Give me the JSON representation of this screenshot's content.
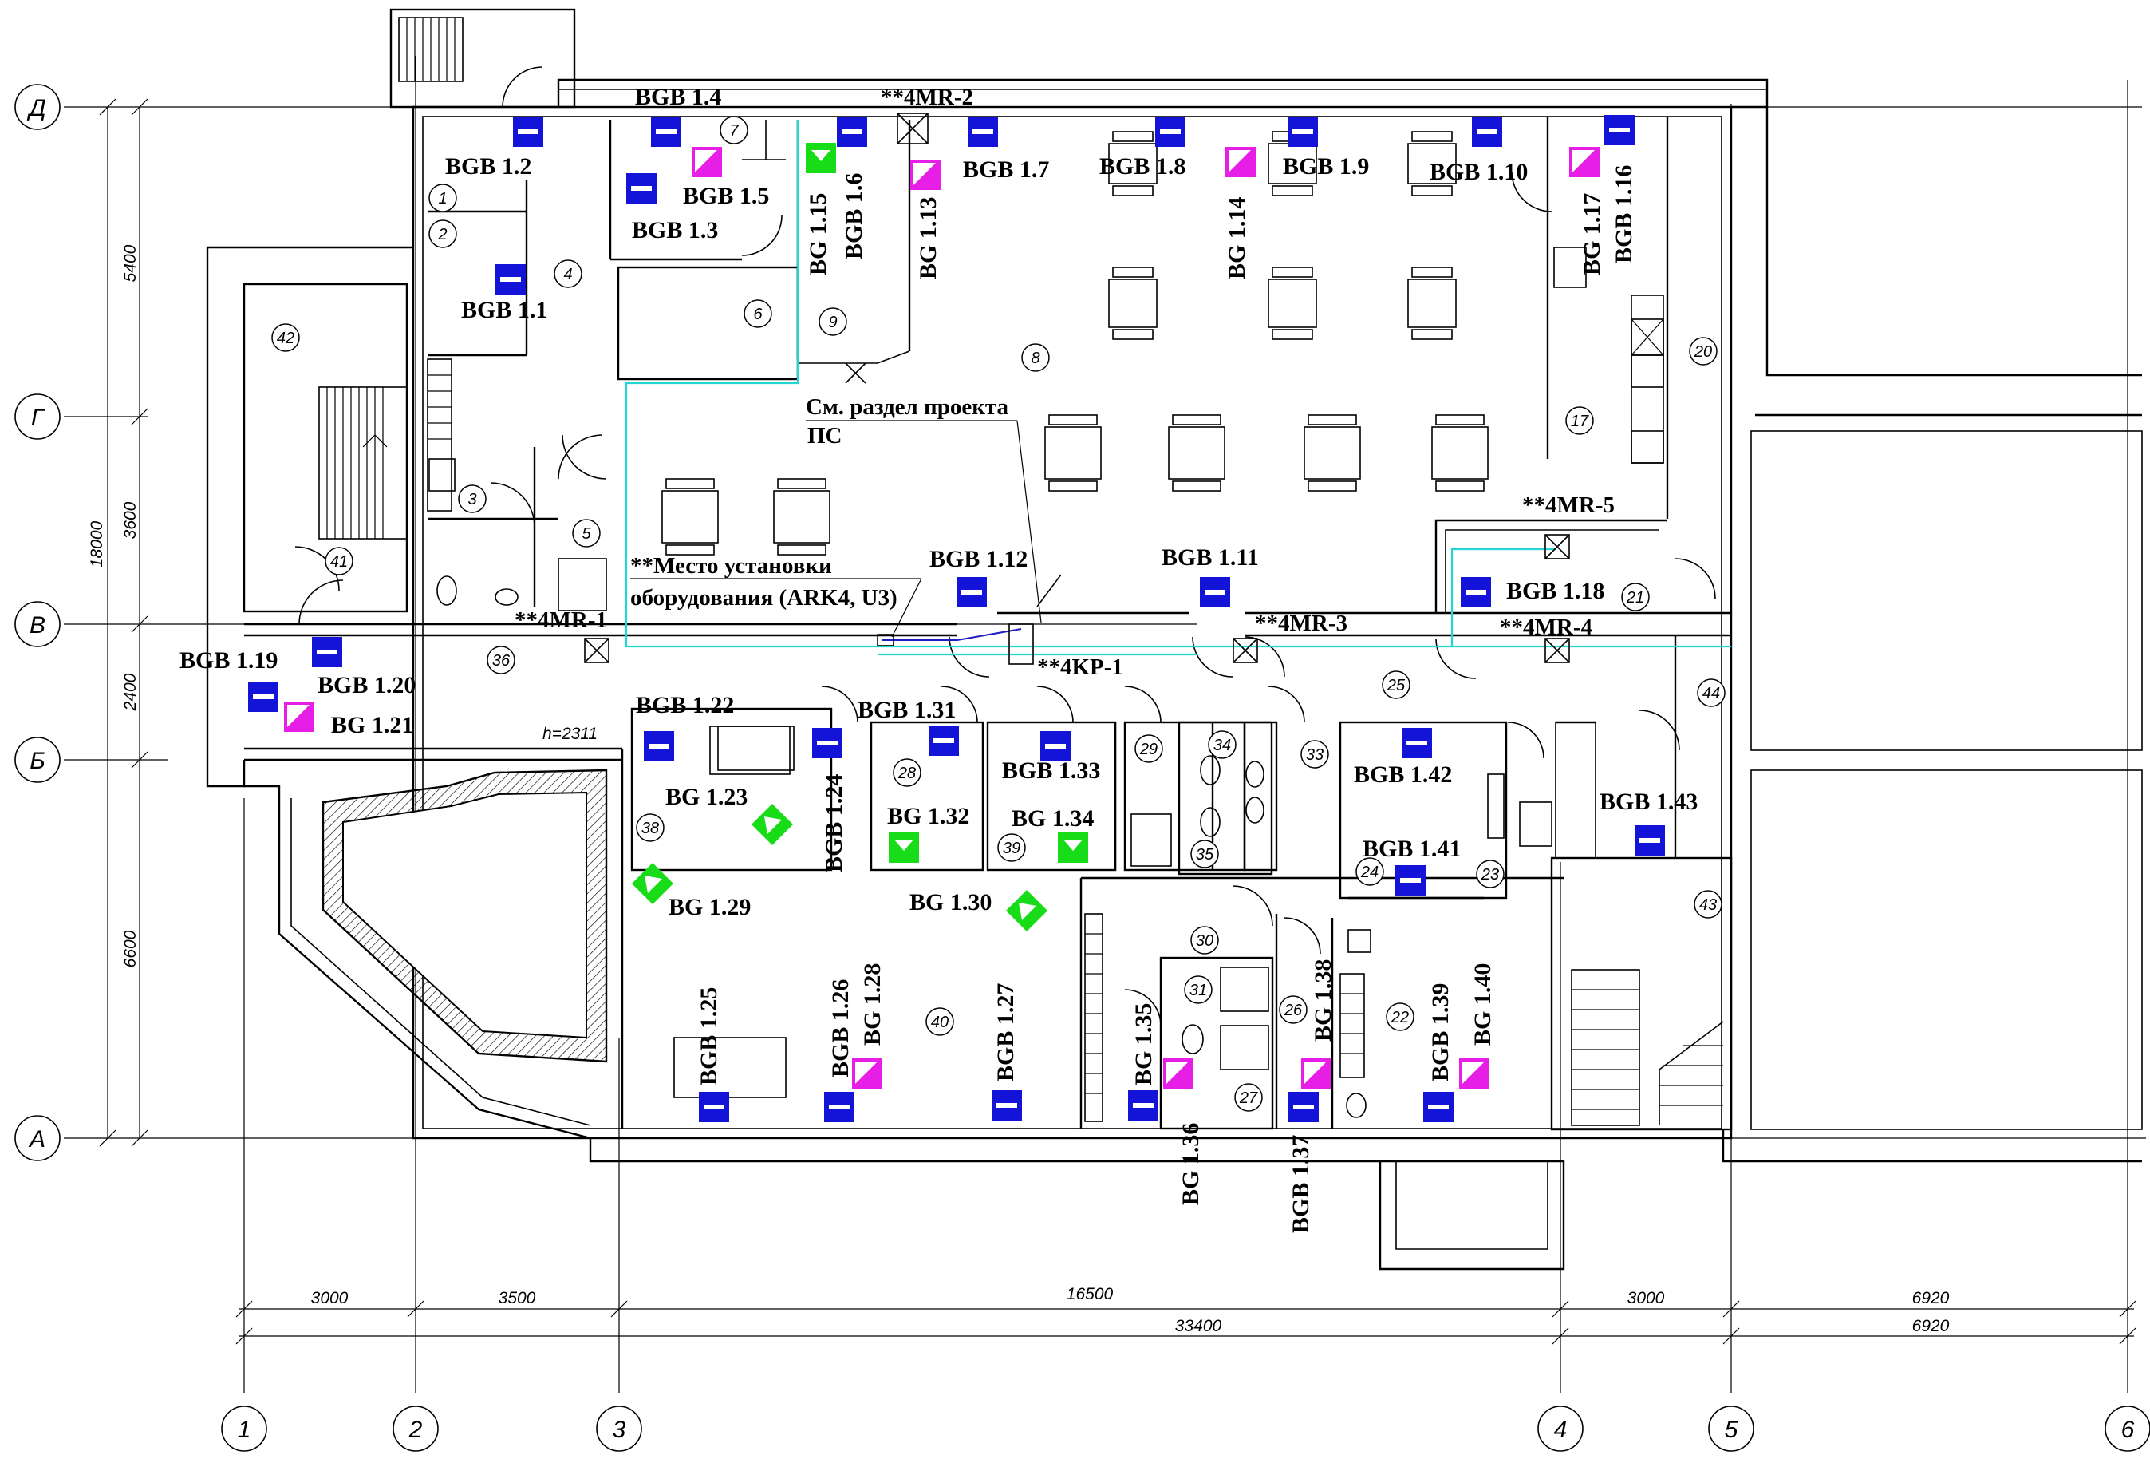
{
  "colors": {
    "wall": "#000000",
    "beacon_blue": "#1414d8",
    "beacon_magenta": "#e61ee6",
    "beacon_green": "#18dc18",
    "cable_cyan": "#22d6d6",
    "cable_blue": "#2020c0"
  },
  "axes": {
    "horizontal": [
      "Д",
      "Г",
      "В",
      "Б",
      "А"
    ],
    "vertical": [
      "1",
      "2",
      "3",
      "4",
      "5",
      "6"
    ]
  },
  "dimensions": {
    "left_outer": [
      "5400",
      "3600",
      "2400",
      "6600"
    ],
    "left_total": "18000",
    "bottom_row1": [
      "3000",
      "3500",
      "16500",
      "3000",
      "6920"
    ],
    "bottom_row2": [
      "33400",
      "6920"
    ],
    "height_mark": "h=2311"
  },
  "rooms": [
    "1",
    "2",
    "3",
    "4",
    "5",
    "6",
    "7",
    "8",
    "9",
    "17",
    "20",
    "21",
    "22",
    "23",
    "24",
    "25",
    "26",
    "27",
    "28",
    "29",
    "30",
    "31",
    "33",
    "34",
    "35",
    "36",
    "38",
    "39",
    "40",
    "41",
    "42",
    "43",
    "44"
  ],
  "devices": {
    "bgb_1_1": "BGB 1.1",
    "bgb_1_2": "BGB 1.2",
    "bgb_1_3": "BGB 1.3",
    "bgb_1_4": "BGB 1.4",
    "bgb_1_5": "BGB 1.5",
    "bgb_1_6": "BGB 1.6",
    "bgb_1_7": "BGB 1.7",
    "bgb_1_8": "BGB 1.8",
    "bgb_1_9": "BGB 1.9",
    "bgb_1_10": "BGB 1.10",
    "bgb_1_11": "BGB 1.11",
    "bgb_1_12": "BGB 1.12",
    "bg_1_13": "BG 1.13",
    "bg_1_14": "BG 1.14",
    "bg_1_15": "BG 1.15",
    "bgb_1_16": "BGB 1.16",
    "bg_1_17": "BG 1.17",
    "bgb_1_18": "BGB 1.18",
    "bgb_1_19": "BGB 1.19",
    "bgb_1_20": "BGB 1.20",
    "bg_1_21": "BG 1.21",
    "bgb_1_22": "BGB 1.22",
    "bg_1_23": "BG 1.23",
    "bgb_1_24": "BGB 1.24",
    "bgb_1_25": "BGB 1.25",
    "bgb_1_26": "BGB 1.26",
    "bgb_1_27": "BGB 1.27",
    "bg_1_28": "BG 1.28",
    "bg_1_29": "BG 1.29",
    "bg_1_30": "BG 1.30",
    "bgb_1_31": "BGB 1.31",
    "bg_1_32": "BG 1.32",
    "bgb_1_33": "BGB 1.33",
    "bg_1_34": "BG 1.34",
    "bg_1_35": "BG 1.35",
    "bg_1_36": "BG 1.36",
    "bgb_1_37": "BGB 1.37",
    "bg_1_38": "BG 1.38",
    "bgb_1_39": "BGB 1.39",
    "bg_1_40": "BG 1.40",
    "bgb_1_41": "BGB 1.41",
    "bgb_1_42": "BGB 1.42",
    "bgb_1_43": "BGB 1.43"
  },
  "equipment": {
    "mr1": "**4MR-1",
    "mr2": "**4MR-2",
    "mr3": "**4MR-3",
    "mr4": "**4MR-4",
    "mr5": "**4MR-5",
    "kp1": "**4KP-1"
  },
  "notes": {
    "see_section_1": "См. раздел проекта",
    "see_section_2": "ПС",
    "install_1": "**Место установки",
    "install_2": "оборудования (ARK4, U3)"
  }
}
